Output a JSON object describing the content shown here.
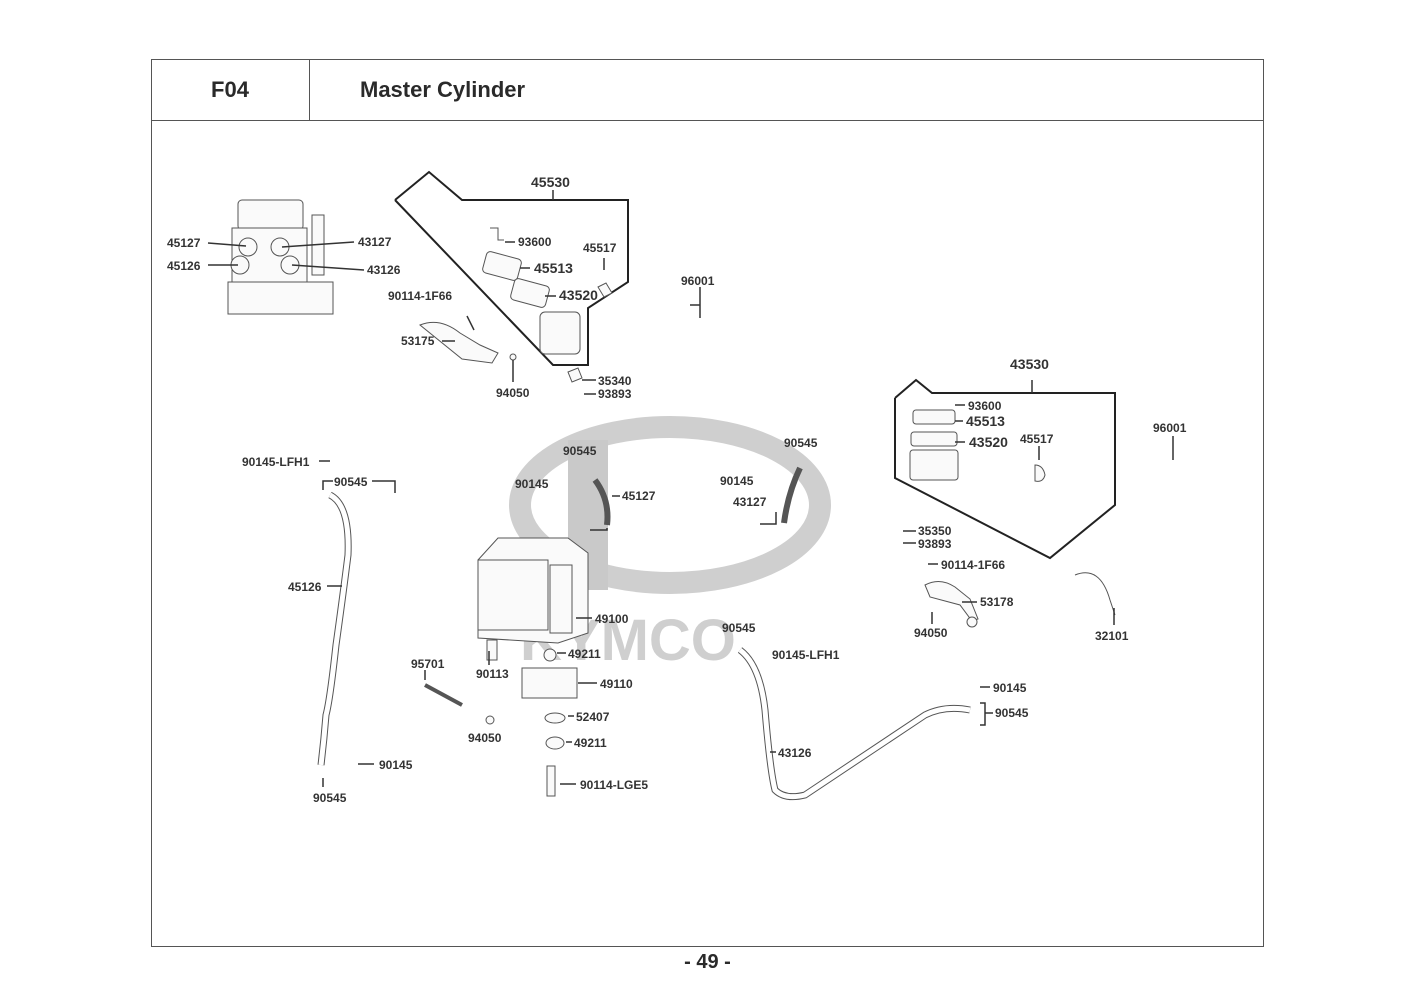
{
  "header": {
    "section_code": "F04",
    "title": "Master Cylinder"
  },
  "page_number": "- 49 -",
  "watermark": {
    "brand_text": "KYMCO",
    "color": "#c9c9c9"
  },
  "groups": [
    {
      "id": "45530",
      "contains": [
        "93600",
        "45513",
        "43520",
        "45517"
      ]
    },
    {
      "id": "43530",
      "contains": [
        "93600",
        "45513",
        "43520",
        "45517"
      ]
    }
  ],
  "labels": {
    "abs_45127": "45127",
    "abs_45126": "45126",
    "abs_43127": "43127",
    "abs_43126": "43126",
    "g1_45530": "45530",
    "g1_93600": "93600",
    "g1_45513": "45513",
    "g1_45517": "45517",
    "g1_43520": "43520",
    "l_90114_1f66": "90114-1F66",
    "l_53175": "53175",
    "l_94050": "94050",
    "l_35340": "35340",
    "l_93893": "93893",
    "l_96001": "96001",
    "g2_43530": "43530",
    "g2_93600": "93600",
    "g2_45513": "45513",
    "g2_43520": "43520",
    "g2_45517": "45517",
    "r_96001": "96001",
    "r_35350": "35350",
    "r_93893": "93893",
    "r_90114_1f66": "90114-1F66",
    "r_53178": "53178",
    "r_94050": "94050",
    "r_32101": "32101",
    "lh_90145_lfh1": "90145-LFH1",
    "lh_90545": "90545",
    "lh_45126": "45126",
    "lh_90145": "90145",
    "lh_90545_b": "90545",
    "c_90545": "90545",
    "c_90145": "90145",
    "c_45127": "45127",
    "c2_90545": "90545",
    "c2_90145": "90145",
    "c2_43127": "43127",
    "m_49100": "49100",
    "m_49211": "49211",
    "m_90113": "90113",
    "m_95701": "95701",
    "m_49110": "49110",
    "m_52407": "52407",
    "m_94050": "94050",
    "m_49211_b": "49211",
    "m_90114_lge5": "90114-LGE5",
    "rh_90545": "90545",
    "rh_90145_lfh1": "90145-LFH1",
    "rh_43126": "43126",
    "rh_90145": "90145",
    "rh_90545_b": "90545"
  }
}
